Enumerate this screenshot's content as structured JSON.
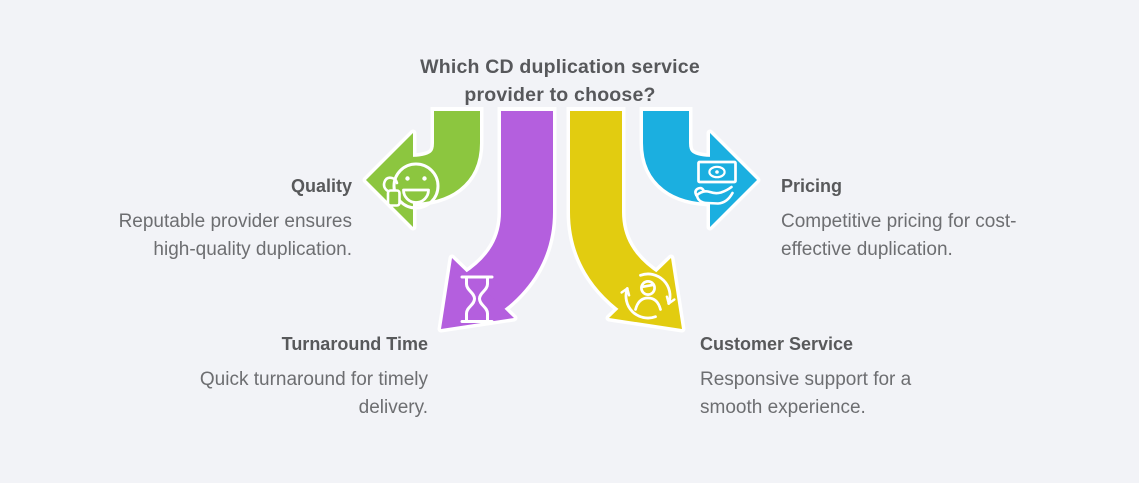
{
  "title": {
    "line1": "Which CD duplication service",
    "line2": "provider to choose?"
  },
  "colors": {
    "background": "#F2F3F7",
    "title_text": "#57585B",
    "heading_text": "#58595B",
    "body_text": "#6D6E71",
    "quality": "#8CC63F",
    "turnaround_time": "#B45FDE",
    "customer_service": "#E2CC10",
    "pricing": "#1BAFE0"
  },
  "sections": {
    "quality": {
      "label": "Quality",
      "description": "Reputable provider ensures high-quality duplication.",
      "lines": [
        "Reputable provider ensures",
        "high-quality duplication."
      ],
      "icon": "thumbs-up-smiley-icon",
      "arrow_color": "#8CC63F"
    },
    "turnaround_time": {
      "label": "Turnaround Time",
      "description": "Quick turnaround for timely delivery.",
      "lines": [
        "Quick turnaround for timely",
        "delivery."
      ],
      "icon": "hourglass-icon",
      "arrow_color": "#B45FDE"
    },
    "customer_service": {
      "label": "Customer Service",
      "description": "Responsive support for a smooth experience.",
      "lines": [
        "Responsive support for a",
        "smooth experience."
      ],
      "icon": "person-refresh-icon",
      "arrow_color": "#E2CC10"
    },
    "pricing": {
      "label": "Pricing",
      "description": "Competitive pricing for cost-effective duplication.",
      "lines": [
        "Competitive pricing for cost-",
        "effective duplication."
      ],
      "icon": "money-in-hand-icon",
      "arrow_color": "#1BAFE0"
    }
  }
}
